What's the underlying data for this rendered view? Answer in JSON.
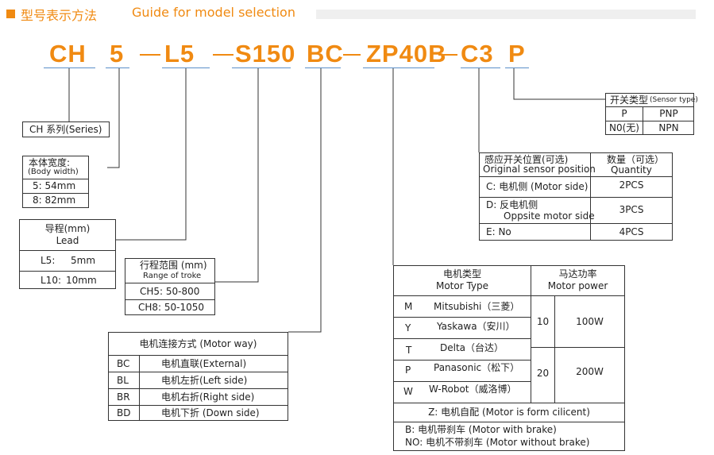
{
  "header": {
    "title_cn": "型号表示方法",
    "title_en": "Guide for model selection"
  },
  "code_parts": [
    "CH",
    "5",
    "L5",
    "S150",
    "BC",
    "ZP40B",
    "C3",
    "P"
  ],
  "series_box": {
    "label": "CH 系列(Series)"
  },
  "body_width": {
    "title_cn": "本体宽度:",
    "title_en": "(Body width)",
    "rows": [
      "5: 54mm",
      "8: 82mm"
    ]
  },
  "lead": {
    "title_cn": "导程(mm)",
    "title_en": "Lead",
    "rows": [
      {
        "code": "L5:",
        "value": "5mm"
      },
      {
        "code": "L10:",
        "value": "10mm"
      }
    ]
  },
  "stroke": {
    "title_cn": "行程范围 (mm)",
    "title_en": "Range of troke",
    "rows": [
      "CH5:  50-800",
      "CH8:  50-1050"
    ]
  },
  "motor_way": {
    "title": "电机连接方式  (Motor  way)",
    "rows": [
      {
        "code": "BC",
        "desc": "电机直联(External)"
      },
      {
        "code": "BL",
        "desc": "电机左折(Left side)"
      },
      {
        "code": "BR",
        "desc": "电机右折(Right side)"
      },
      {
        "code": "BD",
        "desc": "电机下折 (Down side)"
      }
    ]
  },
  "motor_type": {
    "h_type_cn": "电机类型",
    "h_type_en": "Motor Type",
    "h_power_cn": "马达功率",
    "h_power_en": "Motor power",
    "rows": [
      {
        "code": "M",
        "name": "Mitsubishi（三菱）"
      },
      {
        "code": "Y",
        "name": "Yaskawa（安川）"
      },
      {
        "code": "T",
        "name": "Delta（台达）"
      },
      {
        "code": "P",
        "name": "Panasonic（松下）"
      },
      {
        "code": "W",
        "name": "W-Robot（威洛博）"
      }
    ],
    "power": [
      {
        "code": "10",
        "value": "100W"
      },
      {
        "code": "20",
        "value": "200W"
      }
    ],
    "z_note": "Z: 电机自配 (Motor is form cilicent)",
    "brake_b": "B: 电机带刹车  (Motor with brake)",
    "brake_no": "NO: 电机不带刹车 (Motor without brake)"
  },
  "sensor_pos": {
    "h_pos_cn": "感应开关位置(可选)",
    "h_pos_en": "Original sensor position",
    "h_qty_cn": "数量（可选）",
    "h_qty_en": "Quantity",
    "rows": [
      {
        "pos": "C:  电机侧  (Motor side)",
        "pos2": "",
        "qty": "2PCS"
      },
      {
        "pos": "D:  反电机侧",
        "pos2": "Oppsite motor side",
        "qty": "3PCS"
      },
      {
        "pos": "E:  No",
        "pos2": "",
        "qty": "4PCS"
      }
    ]
  },
  "sensor_type": {
    "title_cn": "开关类型",
    "title_en": "(Sensor type)",
    "rows": [
      {
        "code": "P",
        "value": "PNP"
      },
      {
        "code": "N0(无)",
        "value": "NPN"
      }
    ]
  }
}
